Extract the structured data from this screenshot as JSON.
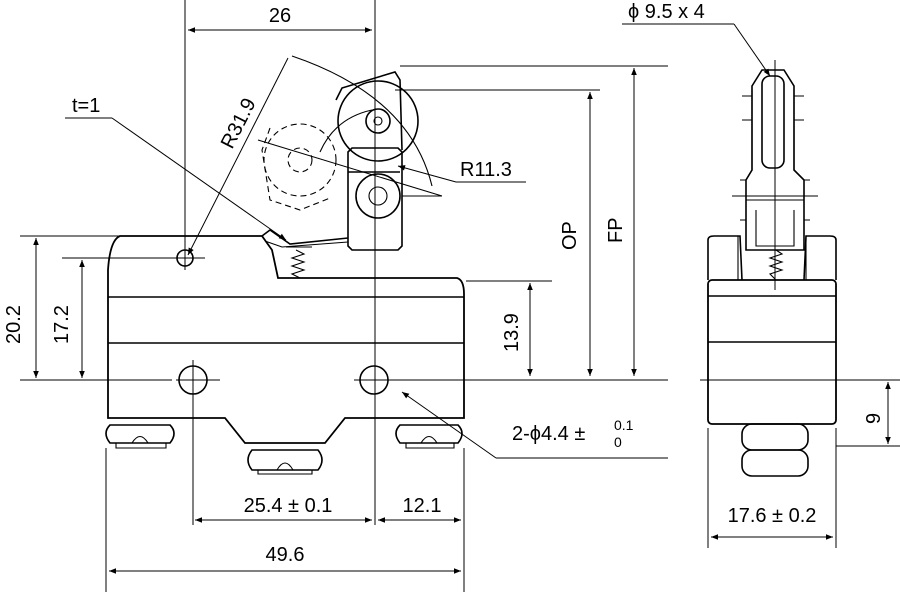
{
  "labels": {
    "dim_26": "26",
    "radius_lever": "R31.9",
    "thickness": "t=1",
    "radius_roller": "R11.3",
    "op": "OP",
    "fp": "FP",
    "dim_20_2": "20.2",
    "dim_17_2": "17.2",
    "dim_13_9": "13.9",
    "hole_spec_main": "2-ϕ4.4 ±",
    "hole_tol_upper": "0.1",
    "hole_tol_lower": "0",
    "dim_25_4": "25.4 ± 0.1",
    "dim_12_1": "12.1",
    "dim_49_6": "49.6",
    "roller_spec": "ϕ 9.5 x 4",
    "dim_9": "9",
    "dim_17_6": "17.6 ± 0.2"
  }
}
